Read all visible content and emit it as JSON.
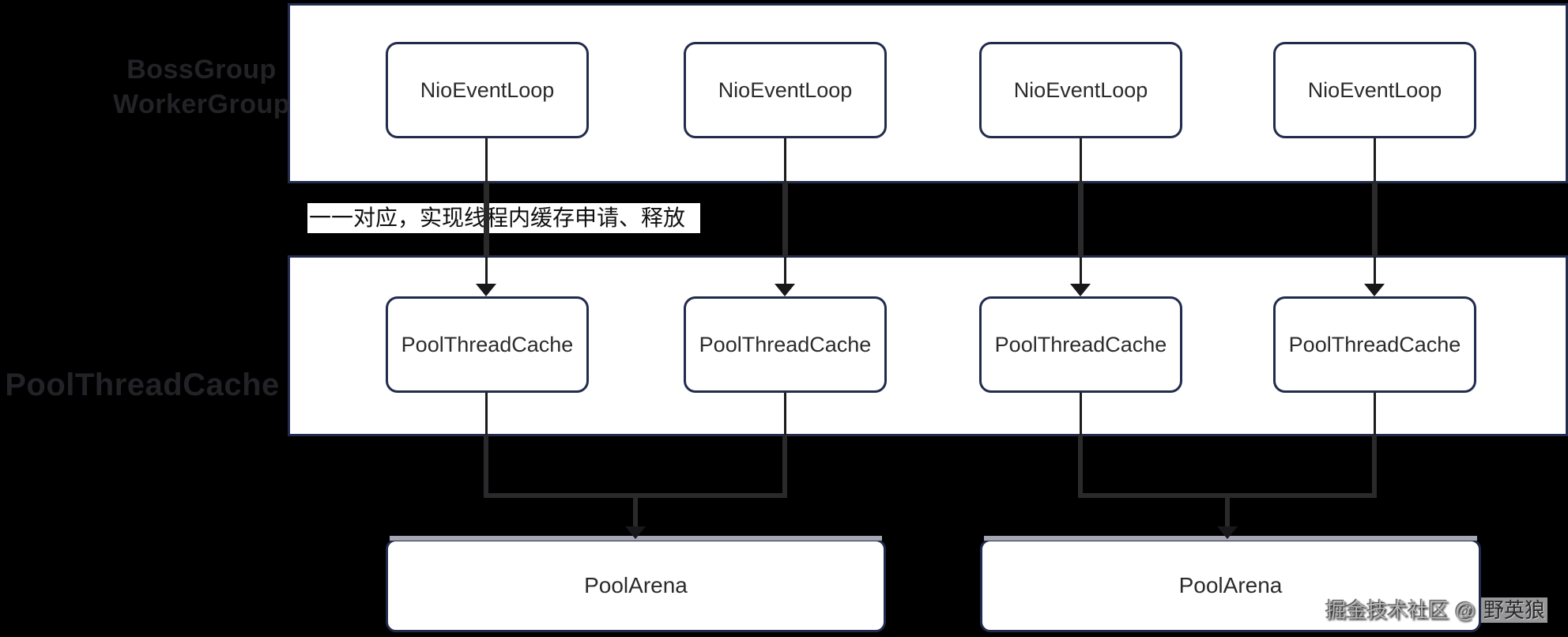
{
  "diagram": {
    "row_labels": {
      "top_line1": "BossGroup",
      "top_line2": "WorkerGroup",
      "middle": "PoolThreadCache"
    },
    "nodes": {
      "event_loops": [
        {
          "label": "NioEventLoop"
        },
        {
          "label": "NioEventLoop"
        },
        {
          "label": "NioEventLoop"
        },
        {
          "label": "NioEventLoop"
        }
      ],
      "thread_caches": [
        {
          "label": "PoolThreadCache"
        },
        {
          "label": "PoolThreadCache"
        },
        {
          "label": "PoolThreadCache"
        },
        {
          "label": "PoolThreadCache"
        }
      ],
      "arenas": [
        {
          "label": "PoolArena"
        },
        {
          "label": "PoolArena"
        }
      ]
    },
    "annotation": {
      "text": "一一对应，实现线程内缓存申请、释放"
    },
    "watermark": {
      "prefix": "掘金技术社区 @ ",
      "author": "野英狼"
    },
    "colors": {
      "background": "#000000",
      "band_fill": "#ffffff",
      "border_navy": "#232b4d",
      "line_dark": "#2a2a2c",
      "arrow_black": "#18181a",
      "watermark_gray": "#b5b5b5"
    }
  }
}
